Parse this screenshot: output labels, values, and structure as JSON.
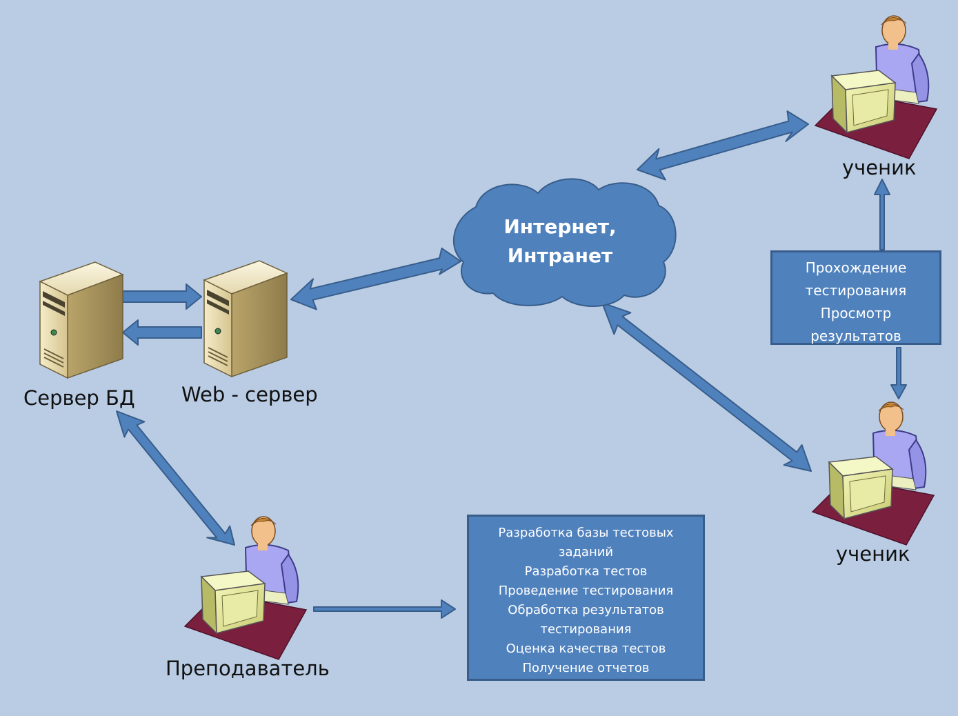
{
  "labels": {
    "db_server": "Сервер БД",
    "web_server": "Web - сервер",
    "student_top": "ученик",
    "student_bottom": "ученик",
    "teacher": "Преподаватель"
  },
  "cloud": {
    "lines": [
      "Интернет,",
      "Интранет"
    ]
  },
  "student_box": {
    "lines": [
      "Прохождение",
      "тестирования",
      "Просмотр",
      "результатов"
    ]
  },
  "teacher_box": {
    "lines": [
      "Разработка базы тестовых",
      "заданий",
      "Разработка тестов",
      "Проведение тестирования",
      "Обработка результатов",
      "тестирования",
      "Оценка качества тестов",
      "Получение отчетов"
    ]
  },
  "icons": {
    "db_server": "server-tower-icon",
    "web_server": "server-tower-icon",
    "student_top": "person-at-computer-icon",
    "student_bottom": "person-at-computer-icon",
    "teacher": "person-at-computer-icon",
    "network": "cloud-icon"
  },
  "colors": {
    "background": "#b9cce4",
    "arrow": "#4f81bd",
    "box_fill": "#4f81bd",
    "box_border": "#385d8a"
  }
}
